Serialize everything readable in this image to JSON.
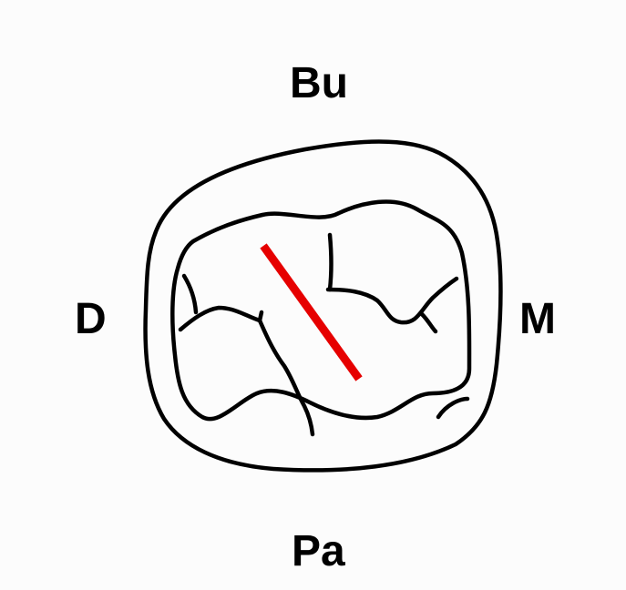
{
  "labels": {
    "top": "Bu",
    "left": "D",
    "right": "M",
    "bottom": "Pa"
  },
  "colors": {
    "background": "#fcfcfc",
    "outline": "#000000",
    "marker": "#e60000"
  },
  "icons": {
    "diagram": "tooth-occlusal-outline",
    "marker": "red-line-marker"
  }
}
